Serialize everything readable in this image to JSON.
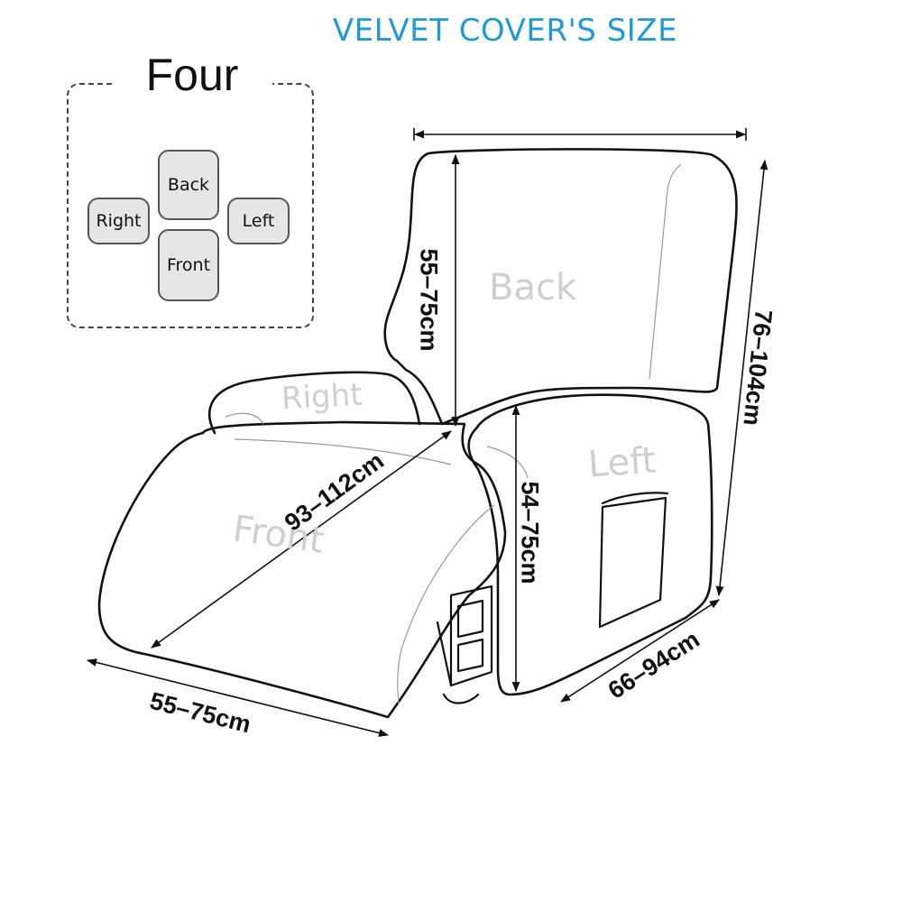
{
  "header": {
    "title": "VELVET COVER'S SIZE"
  },
  "legend": {
    "title": "Four",
    "pieces": [
      {
        "id": "back",
        "label": "Back"
      },
      {
        "id": "right",
        "label": "Right"
      },
      {
        "id": "left",
        "label": "Left"
      },
      {
        "id": "front",
        "label": "Front"
      }
    ]
  },
  "diagram": {
    "part_labels": {
      "back": "Back",
      "right": "Right",
      "left": "Left",
      "front": "Front"
    },
    "dimensions": {
      "back_height": "55–75cm",
      "total_height": "76–104cm",
      "front_diagonal": "93–112cm",
      "armrest_height": "54–75cm",
      "armrest_depth": "66–94cm",
      "front_width": "55–75cm"
    }
  },
  "colors": {
    "title": "#1f9ad6",
    "piece_fill": "#e6e6e6",
    "part_label": "#cfcfcf",
    "line": "#111111"
  }
}
